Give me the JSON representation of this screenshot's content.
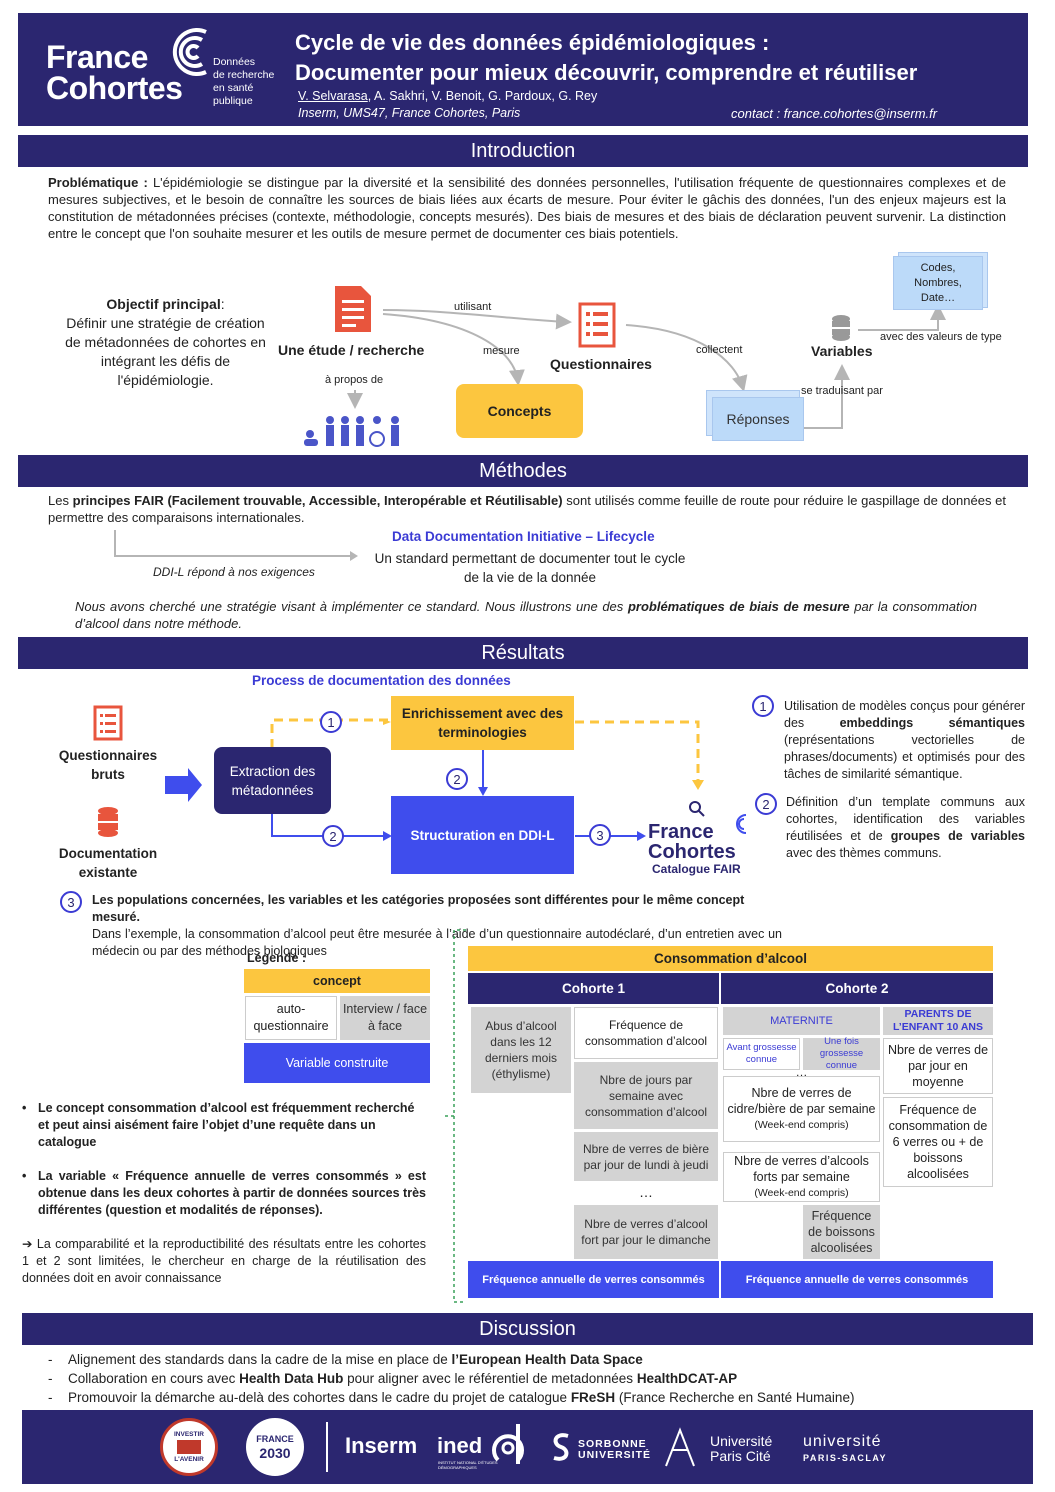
{
  "header": {
    "logo_line1": "France",
    "logo_line2": "Cohortes",
    "logo_sub1": "Données",
    "logo_sub2": "de recherche",
    "logo_sub3": "en santé",
    "logo_sub4": "publique",
    "title1": "Cycle de vie des données épidémiologiques :",
    "title2": "Documenter pour mieux découvrir, comprendre et réutiliser",
    "author_first": "V. Selvarasa",
    "authors_rest": ", A. Sakhri, V. Benoit, G. Pardoux, G. Rey",
    "institution": "Inserm, UMS47, France Cohortes, Paris",
    "contact": "contact : france.cohortes@inserm.fr"
  },
  "sections": {
    "intro": "Introduction",
    "methods": "Méthodes",
    "results": "Résultats",
    "discussion": "Discussion"
  },
  "intro": {
    "label": "Problématique :",
    "text": " L'épidémiologie se distingue par la diversité et la sensibilité des données personnelles, l'utilisation fréquente de questionnaires complexes et de mesures subjectives, et le besoin de connaître les sources de biais liées aux écarts de mesure. Pour éviter le gâchis des données, l'un des enjeux majeurs est la constitution de métadonnées précises (contexte, méthodologie, concepts mesurés). Des biais de mesures et des biais de déclaration peuvent survenir. La distinction entre le concept que l'on souhaite mesurer et les outils de mesure permet de documenter ces biais potentiels.",
    "objective_label": "Objectif principal",
    "objective_colon": ":",
    "objective_text": "Définir une stratégie de création de métadonnées de cohortes en intégrant les défis de l'épidémiologie.",
    "diagram": {
      "study": "Une étude / recherche",
      "utilisant": "utilisant",
      "mesure": "mesure",
      "apropos": "à propos de",
      "questionnaires": "Questionnaires",
      "concepts": "Concepts",
      "collectent": "collectent",
      "variables": "Variables",
      "avec": "avec des valeurs de type",
      "codes1": "Codes,",
      "codes2": "Nombres,",
      "codes3": "Date…",
      "traduisant": "se traduisant par",
      "reponses": "Réponses"
    }
  },
  "methods": {
    "les": "Les ",
    "fair": "principes FAIR (Facilement trouvable, Accessible, Interopérable et Réutilisable)",
    "text": " sont utilisés comme feuille de route pour réduire le gaspillage de données et permettre des comparaisons internationales.",
    "ddi_title": "Data Documentation Initiative – Lifecycle",
    "ddi_desc1": "Un standard permettant de documenter tout le cycle",
    "ddi_desc2": "de la vie de la donnée",
    "ddi_note": "DDI-L répond à nos exigences",
    "strategy1": "Nous avons cherché une stratégie visant à implémenter ce standard. Nous illustrons une des ",
    "strategy_bold": "problématiques de biais de mesure",
    "strategy2": " par la consommation d’alcool dans notre méthode."
  },
  "results": {
    "process_title": "Process de documentation des données",
    "q_bruts": "Questionnaires bruts",
    "doc_exist": "Documentation existante",
    "extraction": "Extraction des métadonnées",
    "enrich": "Enrichissement avec des terminologies",
    "struct": "Structuration en DDI-L",
    "fc1": "France",
    "fc2": "Cohortes",
    "catalogue": "Catalogue FAIR",
    "n1": "1",
    "n2": "2",
    "n3": "3",
    "note1_a": "Utilisation de modèles conçus pour générer des ",
    "note1_b": "embeddings sémantiques",
    "note1_c": " (représentations vectorielles de phrases/documents) et optimisés pour des tâches de similarité sémantique.",
    "note2_a": "Définition d’un template communs aux cohortes, identification des variables réutilisées et de ",
    "note2_b": "groupes de variables",
    "note2_c": " avec des thèmes communs.",
    "note3_bold": "Les populations concernées, les variables et les catégories proposées sont différentes pour le même concept mesuré.",
    "note3_text": "Dans l’exemple, la consommation d’alcool peut être mesurée à l’aide d’un questionnaire autodéclaré, d’un entretien avec un médecin ou par des méthodes biologiques",
    "legend_title": "Légende :",
    "legend_concept": "concept",
    "legend_auto": "auto-questionnaire",
    "legend_interview": "Interview / face à face",
    "legend_var": "Variable construite",
    "bullet1": "Le concept consommation d’alcool est fréquemment recherché et peut ainsi aisément faire l’objet d’une requête dans un catalogue",
    "bullet2": "La variable « Fréquence annuelle de verres consommés » est obtenue dans les deux cohortes à partir de données sources très différentes (question et modalités de réponses).",
    "arrow_note": "➔ La comparabilité et la reproductibilité des résultats entre les cohortes 1 et 2 sont limitées, le chercheur en charge de la réutilisation des données doit en avoir connaissance",
    "table": {
      "title": "Consommation d’alcool",
      "c1": "Cohorte 1",
      "c2": "Cohorte 2",
      "c1_abus": "Abus d’alcool dans les 12 derniers mois (éthylisme)",
      "c1_freq": "Fréquence de consommation d’alcool",
      "c1_jours": "Nbre de jours par semaine avec consommation d’alcool",
      "c1_biere": "Nbre de verres de bière par jour de lundi à jeudi",
      "c1_dots": "…",
      "c1_fort": "Nbre de verres d’alcool fort par jour le dimanche",
      "c2_mat": "MATERNITE",
      "c2_parents": "PARENTS DE L’ENFANT 10 ANS",
      "c2_avant": "Avant grossesse connue",
      "c2_unefois": "Une fois grossesse connue",
      "c2_dots": "…",
      "c2_cidre": "Nbre de verres de cidre/bière de par semaine",
      "c2_cidre_note": "(Week-end compris)",
      "c2_forts": "Nbre de verres d’alcools forts par semaine",
      "c2_forts_note": "(Week-end compris)",
      "c2_freqboissons": "Fréquence de boissons alcoolisées",
      "c2_nbre": "Nbre de verres de par jour en moyenne",
      "c2_freq6": "Fréquence de consommation de 6 verres ou + de boissons alcoolisées",
      "footer1": "Fréquence annuelle de verres consommés",
      "footer2": "Fréquence annuelle de verres consommés"
    }
  },
  "discussion": {
    "i1_a": "Alignement des standards dans la cadre de la mise en place de ",
    "i1_b": "l’European Health Data Space",
    "i2_a": "Collaboration en cours avec ",
    "i2_b": "Health Data Hub",
    "i2_c": " pour aligner avec le référentiel de metadonnées ",
    "i2_d": "HealthDCAT-AP",
    "i3_a": "Promouvoir la démarche au-delà des cohortes dans le cadre du projet de catalogue ",
    "i3_b": "FReSH",
    "i3_c": " (France Recherche en Santé Humaine)"
  },
  "footer": {
    "investir1": "INVESTIR",
    "investir2": "L'AVENIR",
    "france": "FRANCE",
    "y2030": "2030",
    "inserm": "Inserm",
    "ined": "ined",
    "ined_sub": "INSTITUT NATIONAL D'ÉTUDES DÉMOGRAPHIQUES",
    "sorbonne1": "SORBONNE",
    "sorbonne2": "UNIVERSITÉ",
    "paris1": "Université",
    "paris2": "Paris Cité",
    "saclay1": "université",
    "saclay2": "PARIS-SACLAY"
  },
  "colors": {
    "navy": "#2b2670",
    "yellow": "#fcc63f",
    "blue": "#3f4ded",
    "red": "#e8553d"
  }
}
